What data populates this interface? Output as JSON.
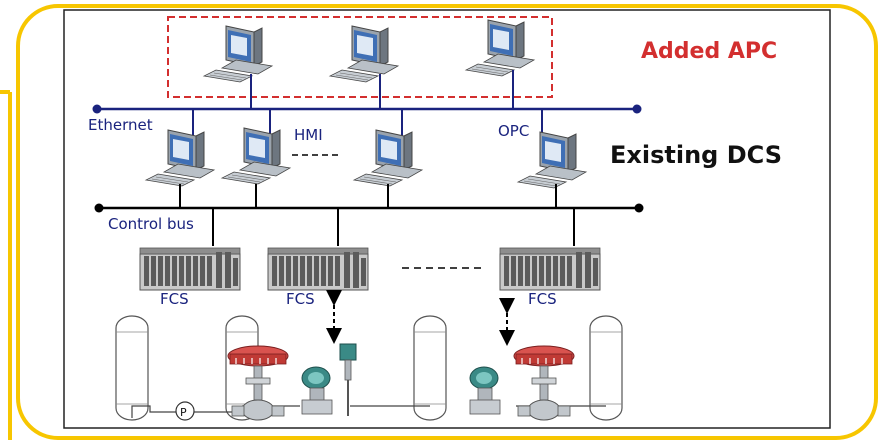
{
  "header": {
    "added_apc": "Added APC",
    "existing_dcs": "Existing DCS"
  },
  "labels": {
    "ethernet": "Ethernet",
    "hmi": "HMI",
    "opc": "OPC",
    "control_bus": "Control bus",
    "fcs_1": "FCS",
    "fcs_2": "FCS",
    "fcs_3": "FCS",
    "pump": "P"
  },
  "colors": {
    "frame_yellow": "#f7c600",
    "apc_red": "#d32f2f",
    "ethernet_blue": "#1a237e",
    "bus_black": "#000000"
  },
  "icons": {
    "computer": "computer-workstation-icon",
    "fcs": "fcs-controller-rack-icon",
    "vessel": "process-vessel-icon",
    "valve": "control-valve-icon",
    "transmitter": "field-transmitter-icon"
  }
}
